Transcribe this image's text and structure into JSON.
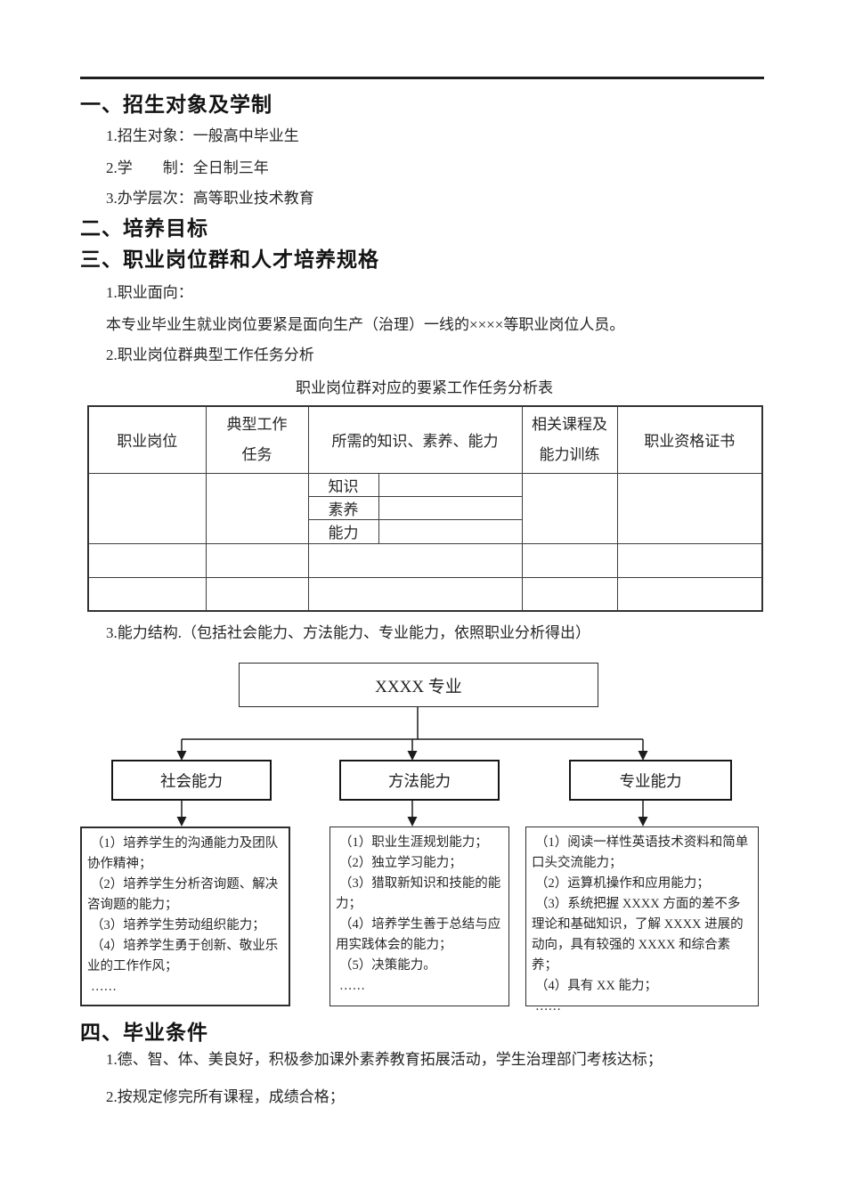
{
  "ink_color": "#262626",
  "line_color": "#1f1f1f",
  "sections": {
    "s1": {
      "title": "一、招生对象及学制",
      "items": [
        "1.招生对象：一般高中毕业生",
        "2.学　　制：全日制三年",
        "3.办学层次：高等职业技术教育"
      ]
    },
    "s2": {
      "title": "二、培养目标"
    },
    "s3": {
      "title": "三、职业岗位群和人才培养规格",
      "item1": "1.职业面向：",
      "para1": "本专业毕业生就业岗位要紧是面向生产（治理）一线的××××等职业岗位人员。",
      "item2": "2.职业岗位群典型工作任务分析",
      "item3": "3.能力结构.（包括社会能力、方法能力、专业能力，依照职业分析得出）"
    },
    "s4": {
      "title": "四、毕业条件",
      "items": [
        "1.德、智、体、美良好，积极参加课外素养教育拓展活动，学生治理部门考核达标；",
        "2.按规定修完所有课程，成绩合格；"
      ]
    }
  },
  "table": {
    "caption": "职业岗位群对应的要紧工作任务分析表",
    "headers": {
      "col1": "职业岗位",
      "col2_line1": "典型工作",
      "col2_line2": "任务",
      "col3": "所需的知识、素养、能力",
      "col4_line1": "相关课程及",
      "col4_line2": "能力训练",
      "col5": "职业资格证书"
    },
    "row_labels": [
      "知识",
      "素养",
      "能力"
    ]
  },
  "flowchart": {
    "root": "XXXX 专业",
    "branches": [
      {
        "label": "社会能力",
        "items": [
          "（1）培养学生的沟通能力及团队协作精神；",
          "（2）培养学生分析咨询题、解决咨询题的能力；",
          "（3）培养学生劳动组织能力；",
          "（4）培养学生勇于创新、敬业乐业的工作作风；",
          "……"
        ]
      },
      {
        "label": "方法能力",
        "items": [
          "（1）职业生涯规划能力；",
          "（2）独立学习能力；",
          "（3）猎取新知识和技能的能力；",
          "（4）培养学生善于总结与应用实践体会的能力；",
          "（5）决策能力。",
          "……"
        ]
      },
      {
        "label": "专业能力",
        "items": [
          "（1）阅读一样性英语技术资料和简单口头交流能力；",
          "（2）运算机操作和应用能力；",
          "（3）系统把握 XXXX 方面的差不多理论和基础知识，了解 XXXX 进展的动向，具有较强的 XXXX 和综合素养；",
          "（4）具有 XX 能力；",
          "……"
        ]
      }
    ]
  }
}
